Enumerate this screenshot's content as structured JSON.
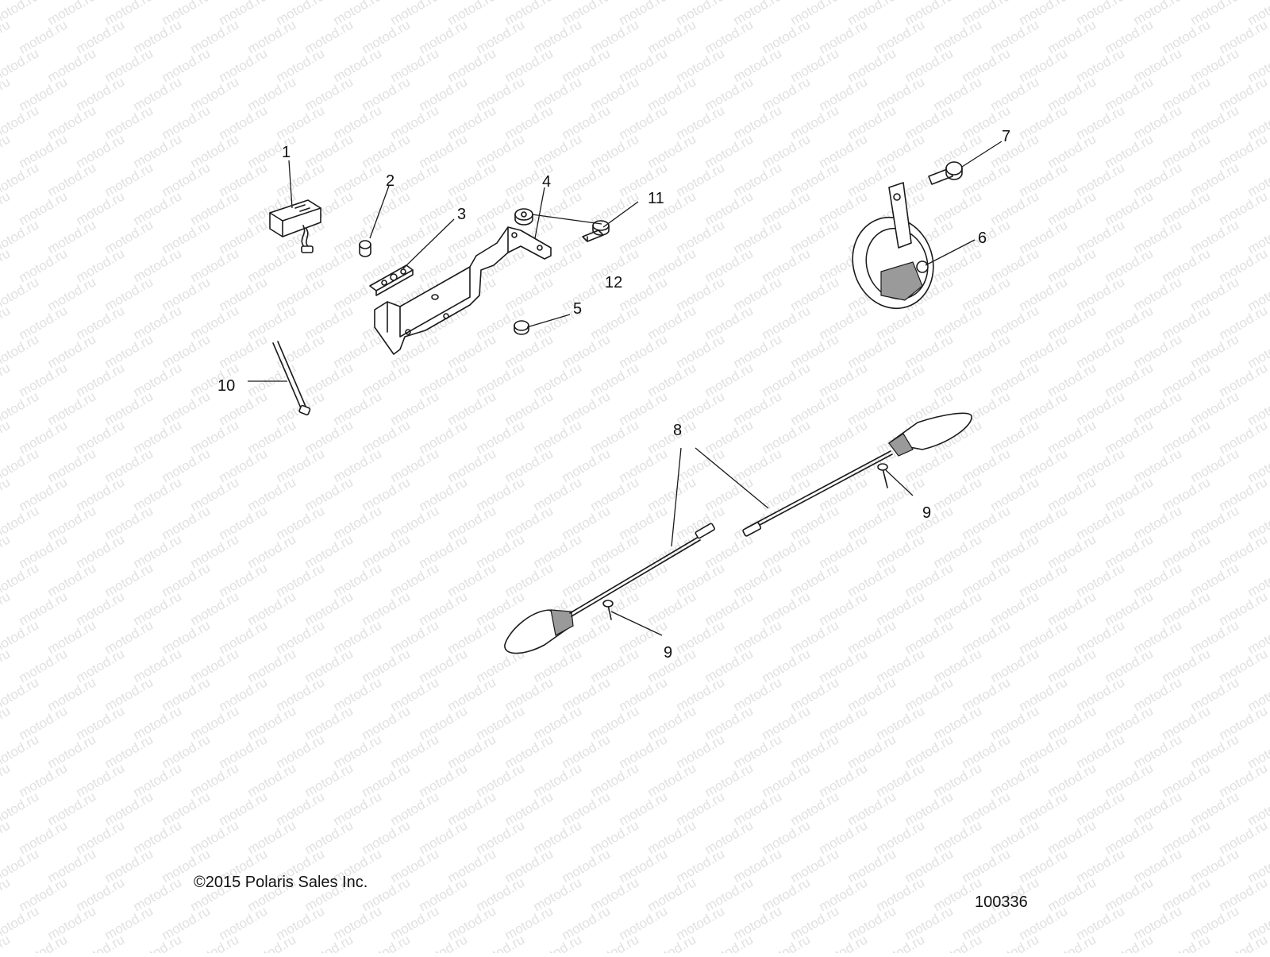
{
  "diagram": {
    "watermark_text": "motod.ru",
    "copyright": "©2015 Polaris Sales Inc.",
    "figure_number": "100336",
    "colors": {
      "line": "#1a1a1a",
      "watermark": "#e1e1e1",
      "background": "#ffffff"
    },
    "callouts": [
      {
        "id": "c1",
        "label": "1"
      },
      {
        "id": "c2",
        "label": "2"
      },
      {
        "id": "c3",
        "label": "3"
      },
      {
        "id": "c4",
        "label": "4"
      },
      {
        "id": "c5",
        "label": "5"
      },
      {
        "id": "c6",
        "label": "6"
      },
      {
        "id": "c7",
        "label": "7"
      },
      {
        "id": "c8",
        "label": "8"
      },
      {
        "id": "c9a",
        "label": "9"
      },
      {
        "id": "c9b",
        "label": "9"
      },
      {
        "id": "c10",
        "label": "10"
      },
      {
        "id": "c11",
        "label": "11"
      },
      {
        "id": "c12",
        "label": "12"
      }
    ]
  }
}
